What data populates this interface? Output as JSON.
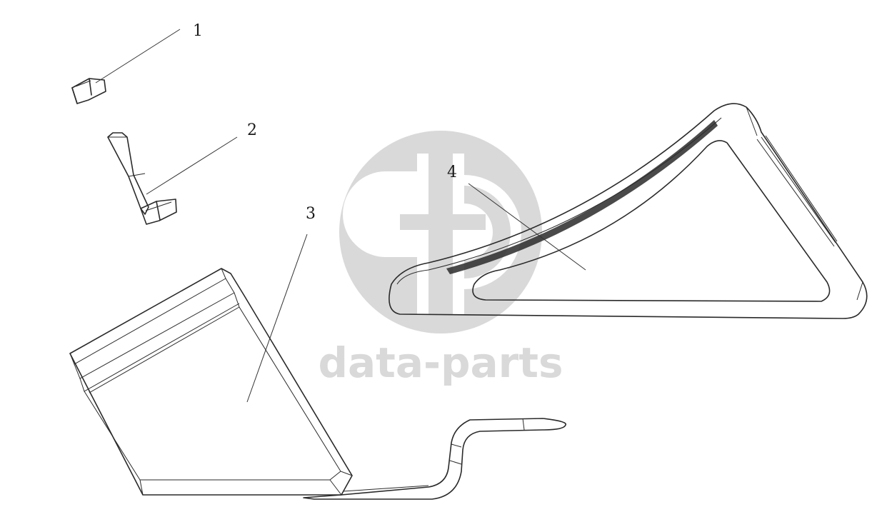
{
  "watermark": {
    "text": "data-parts",
    "color": "#d9d9d9"
  },
  "callouts": [
    {
      "id": "part-1",
      "label": "1"
    },
    {
      "id": "part-2",
      "label": "2"
    },
    {
      "id": "part-3",
      "label": "3"
    },
    {
      "id": "part-4",
      "label": "4"
    }
  ]
}
